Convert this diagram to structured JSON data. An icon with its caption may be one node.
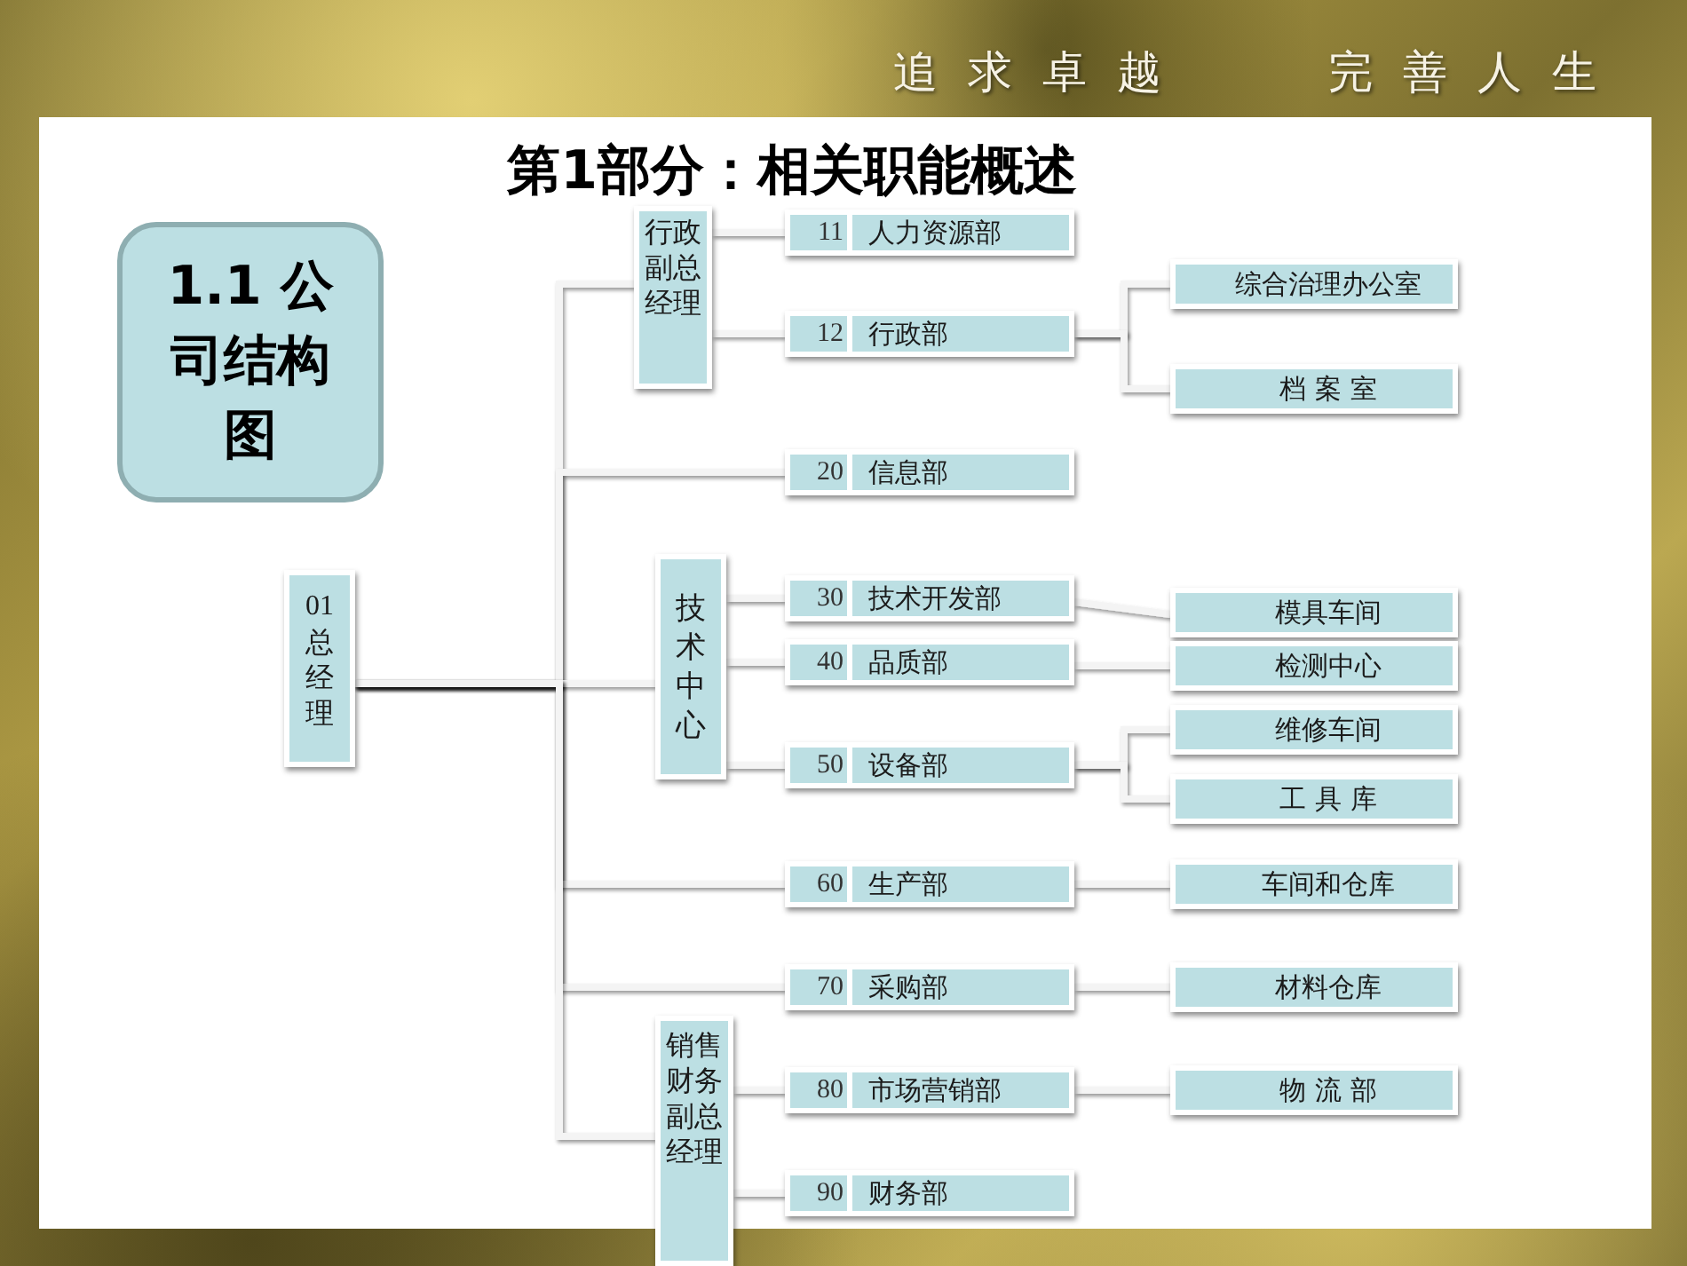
{
  "diagram": {
    "title": "第1部分：相关职能概述",
    "nodes": [
      {
        "text": [
          "1.1 公司结构图"
        ]
      },
      {
        "text": [
          "01",
          "总经理"
        ]
      },
      {
        "text": [
          "行政副总经理"
        ]
      },
      {
        "text": [
          "11",
          "人力资源部"
        ]
      },
      {
        "text": [
          "12",
          "行政部"
        ]
      },
      {
        "text": [
          "综合治理办公室"
        ]
      },
      {
        "text": [
          "档 案 室"
        ]
      },
      {
        "text": [
          "20",
          "信息部"
        ]
      },
      {
        "text": [
          "技术中心"
        ]
      },
      {
        "text": [
          "30",
          "技术开发部"
        ]
      },
      {
        "text": [
          "模具车间"
        ]
      },
      {
        "text": [
          "40",
          "品质部"
        ]
      },
      {
        "text": [
          "检测中心"
        ]
      },
      {
        "text": [
          "50",
          "设备部"
        ]
      },
      {
        "text": [
          "维修车间"
        ]
      },
      {
        "text": [
          "工 具 库"
        ]
      },
      {
        "text": [
          "60",
          "生产部"
        ]
      },
      {
        "text": [
          "车间和仓库"
        ]
      },
      {
        "text": [
          "70",
          "采购部"
        ]
      },
      {
        "text": [
          "材料仓库"
        ]
      },
      {
        "text": [
          "销售财务副总经理"
        ]
      },
      {
        "text": [
          "80",
          "市场营销部"
        ]
      },
      {
        "text": [
          "物 流 部"
        ]
      },
      {
        "text": [
          "90",
          "财务部"
        ]
      }
    ],
    "edges": [
      {
        "from": 1,
        "to": 2,
        "arrow": "none"
      },
      {
        "from": 1,
        "to": 7,
        "arrow": "none"
      },
      {
        "from": 1,
        "to": 8,
        "arrow": "none"
      },
      {
        "from": 1,
        "to": 16,
        "arrow": "none"
      },
      {
        "from": 1,
        "to": 18,
        "arrow": "none"
      },
      {
        "from": 1,
        "to": 20,
        "arrow": "none"
      },
      {
        "from": 2,
        "to": 3,
        "arrow": "none"
      },
      {
        "from": 2,
        "to": 4,
        "arrow": "none"
      },
      {
        "from": 4,
        "to": 5,
        "arrow": "none"
      },
      {
        "from": 4,
        "to": 6,
        "arrow": "none"
      },
      {
        "from": 8,
        "to": 9,
        "arrow": "none"
      },
      {
        "from": 8,
        "to": 11,
        "arrow": "none"
      },
      {
        "from": 8,
        "to": 13,
        "arrow": "none"
      },
      {
        "from": 9,
        "to": 10,
        "arrow": "none"
      },
      {
        "from": 11,
        "to": 12,
        "arrow": "none"
      },
      {
        "from": 13,
        "to": 14,
        "arrow": "none"
      },
      {
        "from": 13,
        "to": 15,
        "arrow": "none"
      },
      {
        "from": 16,
        "to": 17,
        "arrow": "none"
      },
      {
        "from": 18,
        "to": 19,
        "arrow": "none"
      },
      {
        "from": 20,
        "to": 21,
        "arrow": "none"
      },
      {
        "from": 20,
        "to": 23,
        "arrow": "none"
      },
      {
        "from": 21,
        "to": 22,
        "arrow": "none"
      }
    ],
    "labels": [
      "追求卓越",
      "完善人生"
    ]
  }
}
